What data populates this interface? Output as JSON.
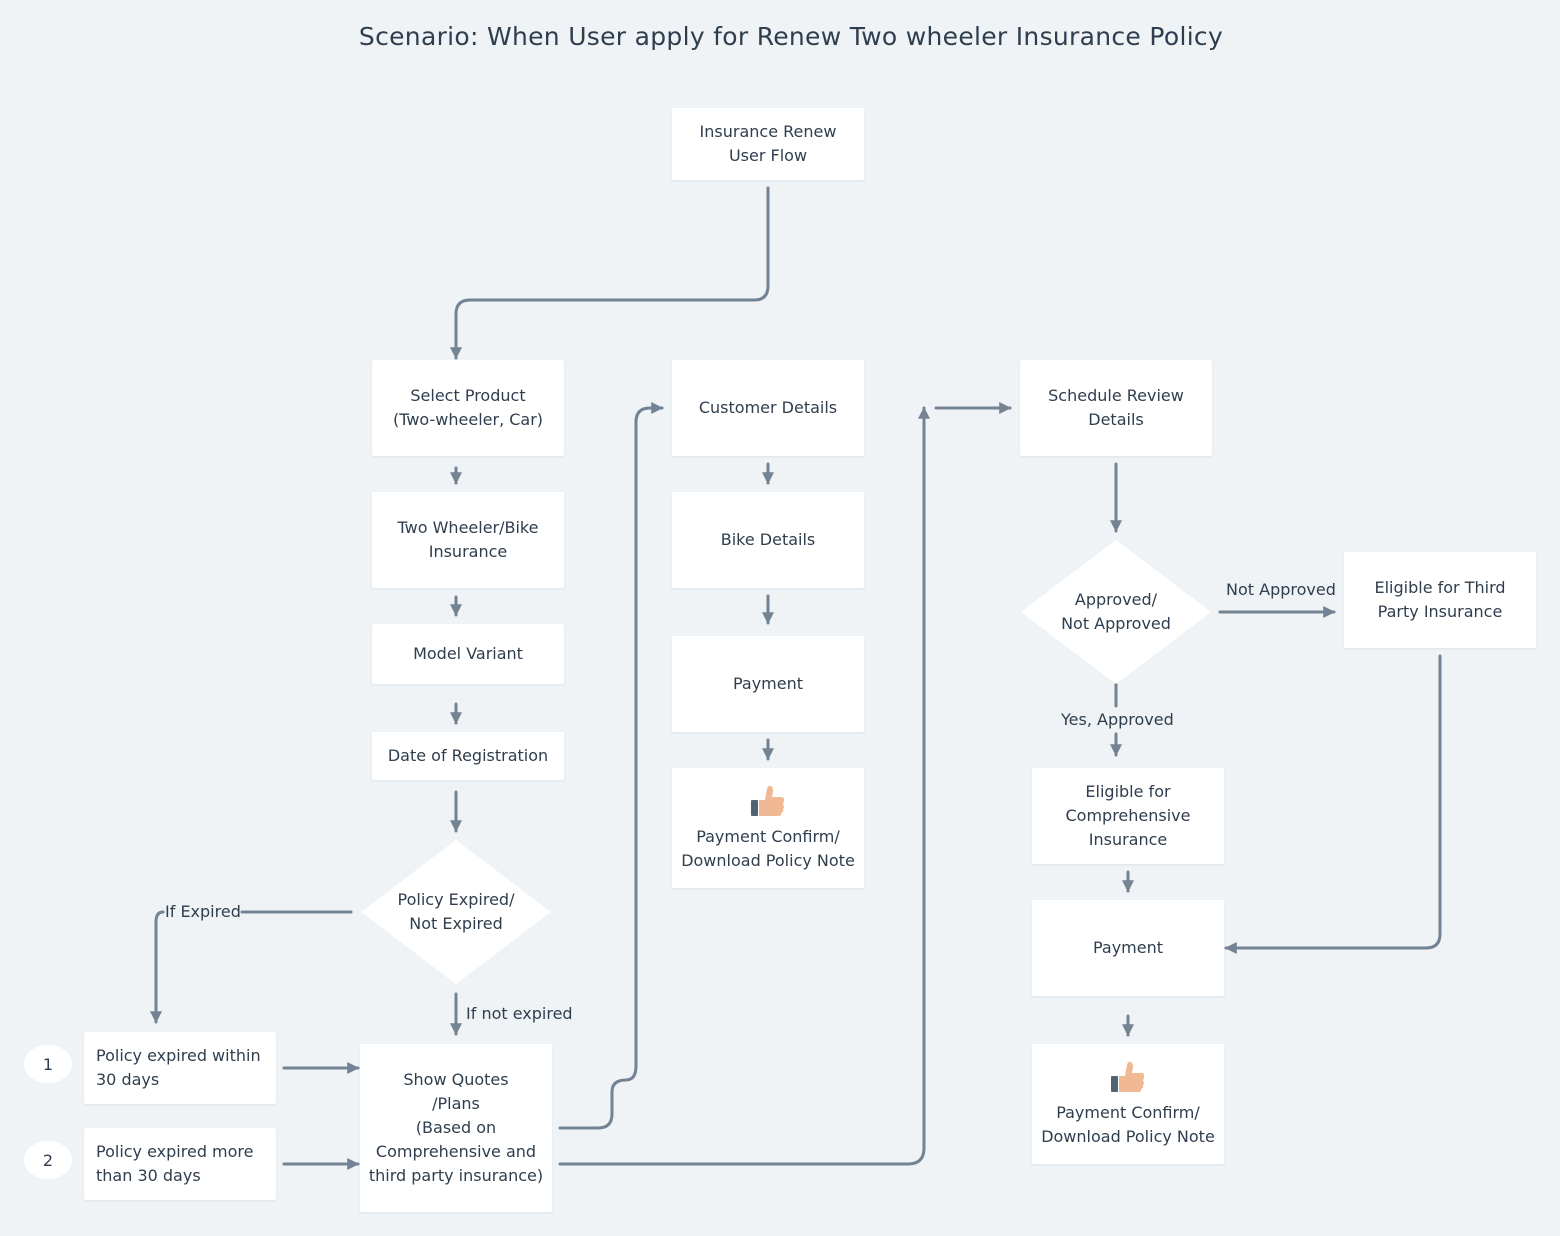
{
  "title": "Scenario: When User apply for Renew Two wheeler Insurance Policy",
  "nodes": {
    "start": "Insurance Renew\nUser Flow",
    "select_product": "Select Product\n(Two-wheeler, Car)",
    "two_wheeler": "Two Wheeler/Bike\nInsurance",
    "model_variant": "Model Variant",
    "date_registration": "Date of Registration",
    "policy_expired_decision": "Policy Expired/\nNot Expired",
    "expired_within": "Policy expired within\n30 days",
    "expired_more": "Policy expired more\nthan 30 days",
    "show_quotes": "Show Quotes\n/Plans\n(Based on\nComprehensive and\nthird party insurance)",
    "customer_details": "Customer Details",
    "bike_details": "Bike Details",
    "payment_1": "Payment",
    "payment_confirm_1": "Payment Confirm/\nDownload Policy Note",
    "schedule_review": "Schedule Review\nDetails",
    "approved_decision": "Approved/\nNot Approved",
    "third_party": "Eligible for Third\nParty Insurance",
    "comprehensive": "Eligible for\nComprehensive\nInsurance",
    "payment_2": "Payment",
    "payment_confirm_2": "Payment Confirm/\nDownload Policy Note"
  },
  "markers": {
    "one": "1",
    "two": "2"
  },
  "edge_labels": {
    "if_expired": "If Expired",
    "if_not_expired": "If not expired",
    "not_approved": "Not Approved",
    "yes_approved": "Yes, Approved"
  },
  "icons": {
    "confirm_icon": "thumbs-up-icon"
  },
  "colors": {
    "background": "#eff3f6",
    "box": "#ffffff",
    "connector": "#738393",
    "text": "#2f3e4e",
    "thumb_skin": "#f0b893",
    "thumb_cuff": "#4f6470"
  }
}
